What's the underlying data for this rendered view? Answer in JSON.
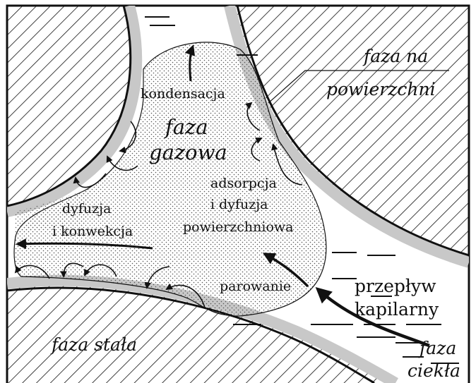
{
  "labels": {
    "kondensacja": "kondensacja",
    "faza_gazowa_line1": "faza",
    "faza_gazowa_line2": "gazowa",
    "faza_na_powierzchni_line1": "faza na",
    "faza_na_powierzchni_line2": "powierzchni",
    "adsorpcja_line1": "adsorpcja",
    "adsorpcja_line2": "i dyfuzja",
    "adsorpcja_line3": "powierzchniowa",
    "dyfuzja_line1": "dyfuzja",
    "dyfuzja_line2": "i konwekcja",
    "parowanie": "parowanie",
    "przeplyw_line1": "przepływ",
    "przeplyw_line2": "kapilarny",
    "faza_stala": "faza stała",
    "faza_ciekla_line1": "faza",
    "faza_ciekla_line2": "ciekła"
  },
  "colors": {
    "outline": "#111111",
    "surface_film": "#c8c8c8",
    "hatch": "#111111",
    "stipple": "#555555",
    "background": "#ffffff"
  }
}
